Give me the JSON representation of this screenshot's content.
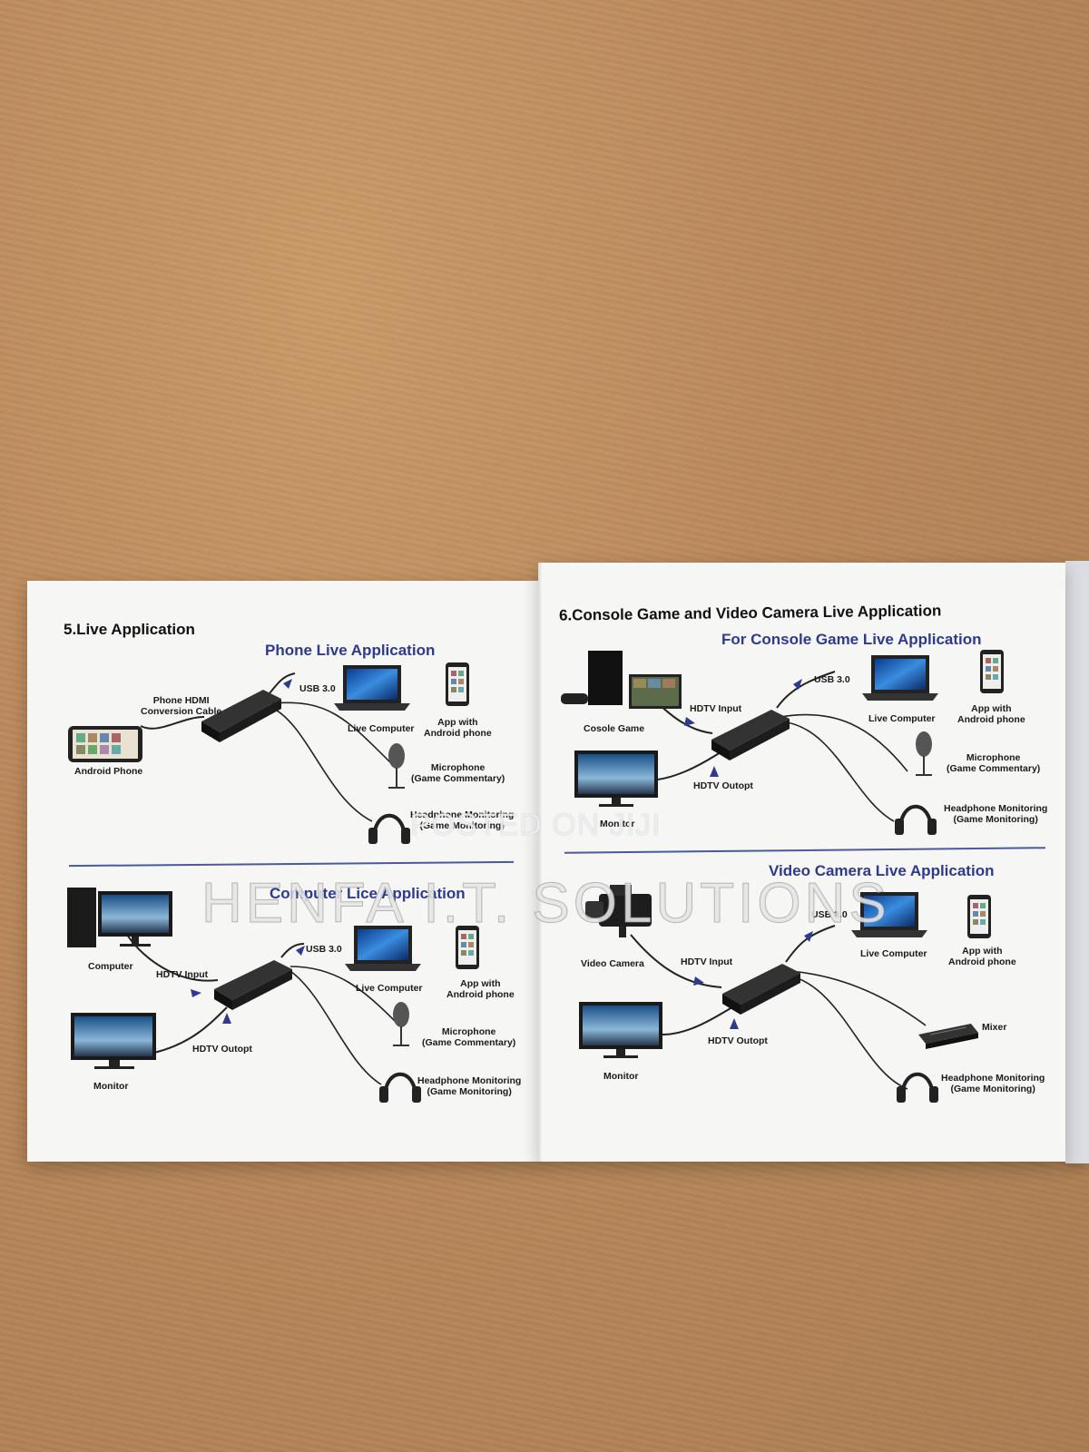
{
  "left_page": {
    "section_title": "5.Live Application",
    "phone_live": {
      "heading": "Phone Live Application",
      "labels": {
        "hdmi_cable": "Phone HDMI\nConversion Cable",
        "android_phone": "Android Phone",
        "usb": "USB 3.0",
        "live_computer": "Live Computer",
        "app_phone": "App with\nAndroid phone",
        "microphone": "Microphone\n(Game Commentary)",
        "headphone": "Headphone Monitoring\n(Game Monitoring)"
      }
    },
    "computer_live": {
      "heading": "Computer Lice Application",
      "labels": {
        "computer": "Computer",
        "hdtv_input": "HDTV Input",
        "usb": "USB 3.0",
        "live_computer": "Live Computer",
        "app_phone": "App with\nAndroid phone",
        "microphone": "Microphone\n(Game Commentary)",
        "hdtv_outopt": "HDTV Outopt",
        "monitor": "Monitor",
        "headphone": "Headphone Monitoring\n(Game Monitoring)"
      }
    }
  },
  "right_page": {
    "section_title": "6.Console Game and Video Camera Live Application",
    "console_live": {
      "heading": "For Console Game Live Application",
      "labels": {
        "console_game": "Cosole Game",
        "hdtv_input": "HDTV Input",
        "usb": "USB 3.0",
        "live_computer": "Live Computer",
        "app_phone": "App with\nAndroid phone",
        "microphone": "Microphone\n(Game Commentary)",
        "hdtv_outopt": "HDTV Outopt",
        "monitor": "Monitor",
        "headphone": "Headphone Monitoring\n(Game Monitoring)"
      }
    },
    "video_camera_live": {
      "heading": "Video Camera Live Application",
      "labels": {
        "video_camera": "Video Camera",
        "hdtv_input": "HDTV Input",
        "usb": "USB 3.0",
        "live_computer": "Live Computer",
        "app_phone": "App with\nAndroid phone",
        "mixer": "Mixer",
        "hdtv_outopt": "HDTV Outopt",
        "monitor": "Monitor",
        "headphone": "Headphone Monitoring\n(Game Monitoring)"
      }
    }
  },
  "watermarks": {
    "posted": "POSTED ON JIJI",
    "company": "HENFA I.T. SOLUTIONS"
  },
  "colors": {
    "heading_blue": "#2e3a8e",
    "cardboard": "#b8875a",
    "paper": "#f6f6f4"
  }
}
